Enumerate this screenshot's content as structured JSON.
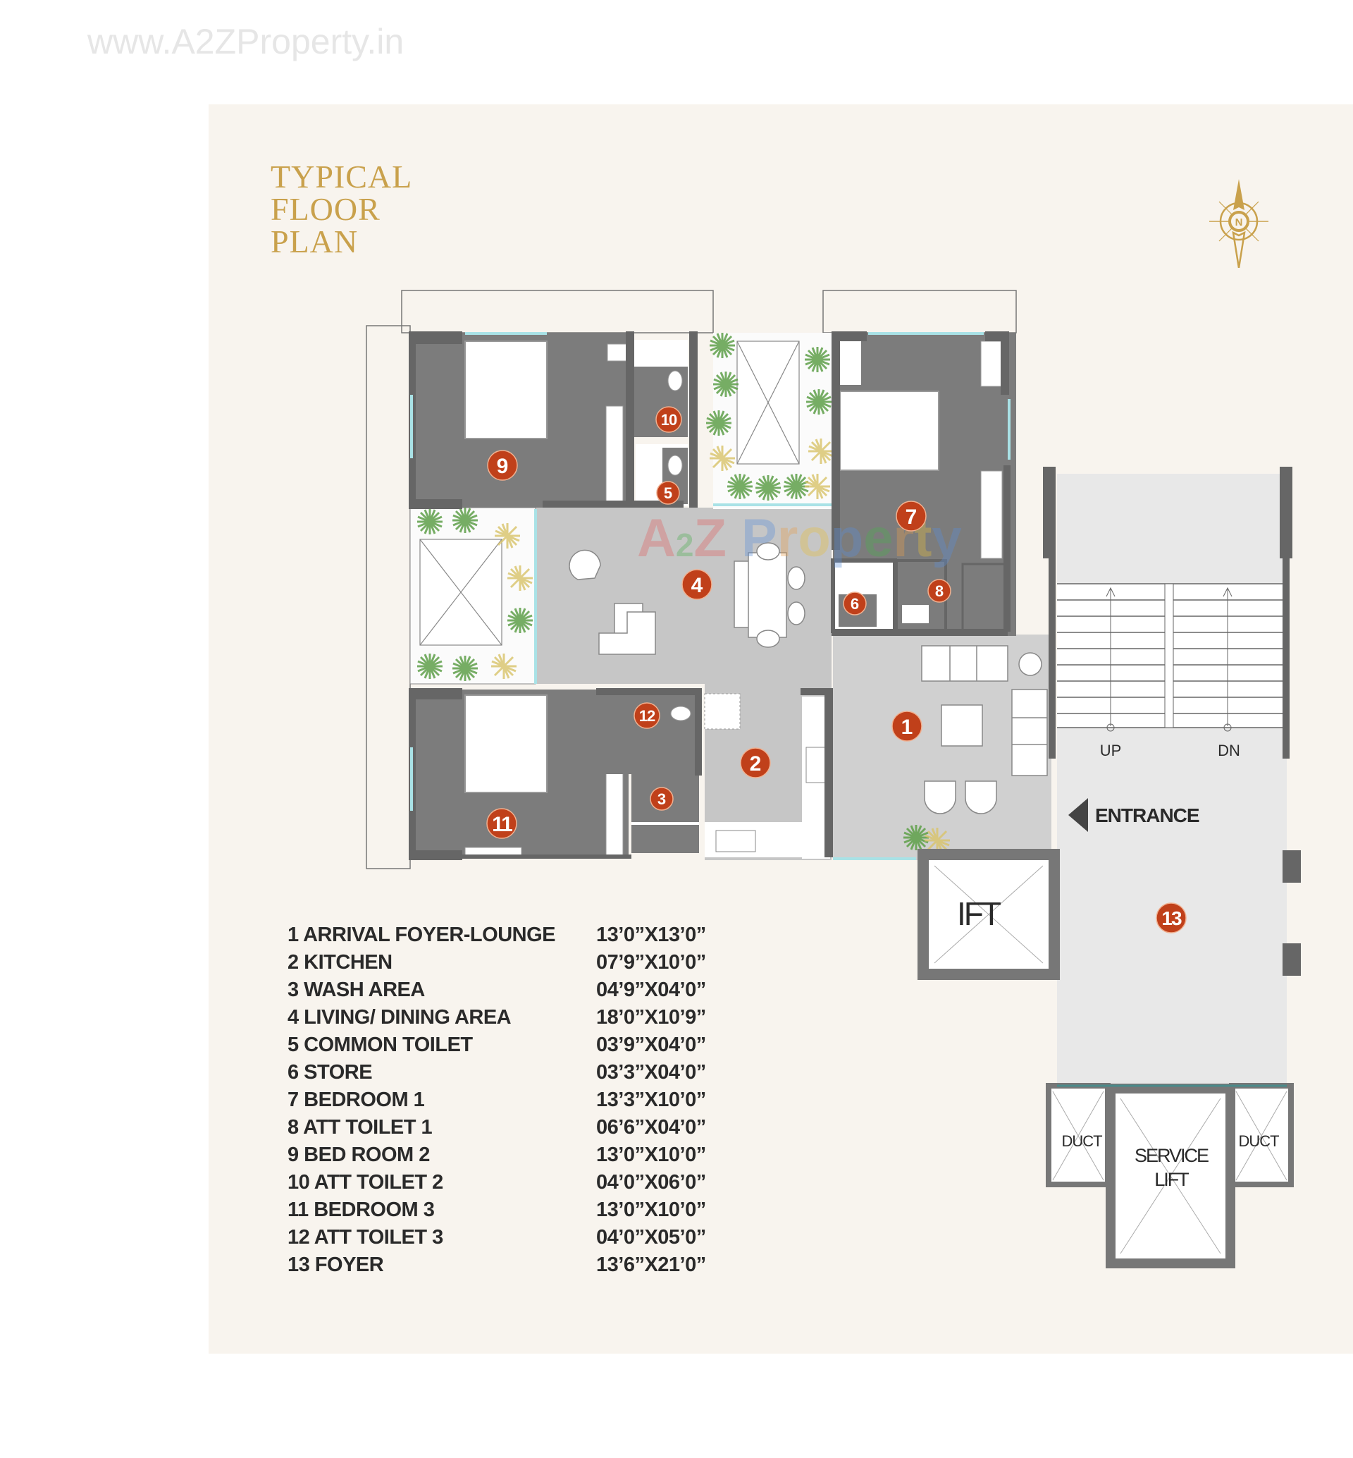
{
  "watermark": {
    "url": "www.A2ZProperty.in",
    "overlay": [
      "A",
      "2",
      "Z",
      " ",
      "P",
      "r",
      "o",
      "p",
      "e",
      "r",
      "t",
      "y"
    ]
  },
  "page": {
    "title_lines": [
      "TYPICAL",
      "FLOOR",
      "PLAN"
    ]
  },
  "compass": {
    "icon": "north-compass-icon",
    "letter": "N",
    "color": "#c9a14c"
  },
  "colors": {
    "accent_gold": "#c9a14c",
    "badge": "#c0401a",
    "room_dark": "#7f7f7f",
    "room_light": "#c8c8c8",
    "wall": "#666666",
    "panel": "#f8f4ee",
    "glass": "#a9e2e6"
  },
  "plan": {
    "badges": [
      "1",
      "2",
      "3",
      "4",
      "5",
      "6",
      "7",
      "8",
      "9",
      "10",
      "11",
      "12",
      "13"
    ],
    "labels": {
      "up": "UP",
      "dn": "DN",
      "entrance": "ENTRANCE",
      "lift": "IFT",
      "duct_left": "DUCT",
      "duct_right": "DUCT",
      "service_lift_1": "SERVICE",
      "service_lift_2": "LIFT"
    }
  },
  "legend": {
    "rooms": [
      {
        "label": "1 ARRIVAL  FOYER-LOUNGE",
        "size": "13’0”X13’0”"
      },
      {
        "label": "2 KITCHEN",
        "size": "07’9”X10’0”"
      },
      {
        "label": "3 WASH AREA",
        "size": "04’9”X04’0”"
      },
      {
        "label": "4 LIVING/ DINING  AREA",
        "size": "18’0”X10’9”"
      },
      {
        "label": "5 COMMON  TOILET",
        "size": "03’9”X04’0”"
      },
      {
        "label": "6 STORE",
        "size": "03’3”X04’0”"
      },
      {
        "label": "7 BEDROOM  1",
        "size": "13’3”X10’0”"
      },
      {
        "label": "8 ATT TOILET 1",
        "size": "06’6”X04’0”"
      },
      {
        "label": "9 BED ROOM  2",
        "size": "13’0”X10’0”"
      },
      {
        "label": "10 ATT TOILET 2",
        "size": "04’0”X06’0”"
      },
      {
        "label": "11 BEDROOM  3",
        "size": "13’0”X10’0”"
      },
      {
        "label": "12 ATT TOILET 3",
        "size": "04’0”X05’0”"
      },
      {
        "label": "13 FOYER",
        "size": "13’6”X21’0”"
      }
    ]
  }
}
